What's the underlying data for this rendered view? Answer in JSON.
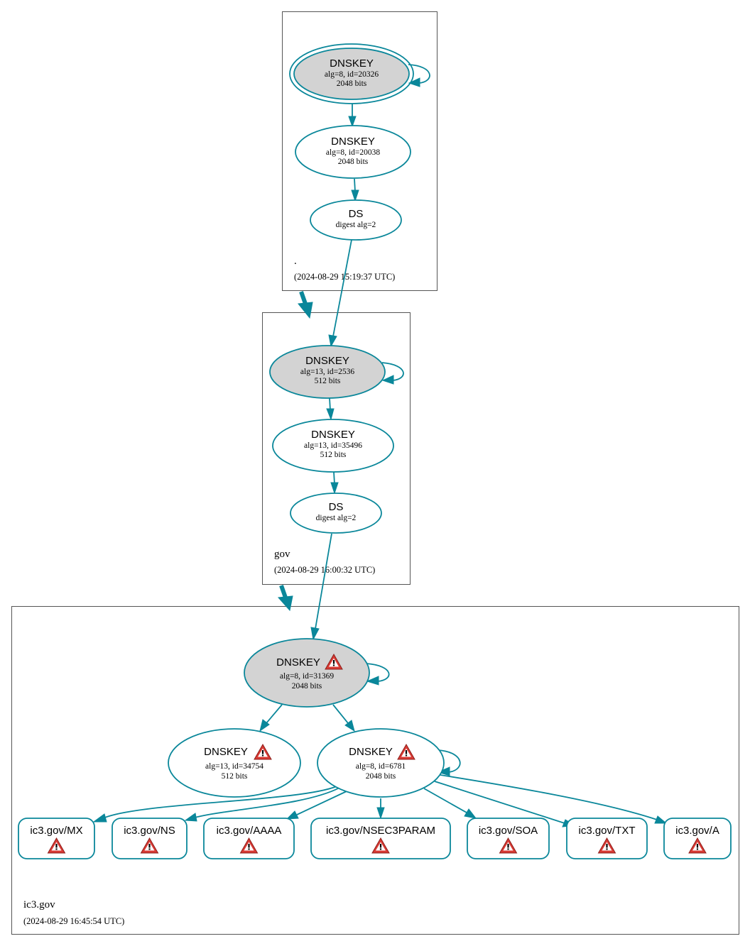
{
  "zones": [
    {
      "name": ".",
      "time": "(2024-08-29 15:19:37 UTC)"
    },
    {
      "name": "gov",
      "time": "(2024-08-29 16:00:32 UTC)"
    },
    {
      "name": "ic3.gov",
      "time": "(2024-08-29 16:45:54 UTC)"
    }
  ],
  "nodes": {
    "root_ksk": {
      "title": "DNSKEY",
      "line1": "alg=8, id=20326",
      "line2": "2048 bits"
    },
    "root_zsk": {
      "title": "DNSKEY",
      "line1": "alg=8, id=20038",
      "line2": "2048 bits"
    },
    "root_ds": {
      "title": "DS",
      "line1": "digest alg=2"
    },
    "gov_ksk": {
      "title": "DNSKEY",
      "line1": "alg=13, id=2536",
      "line2": "512 bits"
    },
    "gov_zsk": {
      "title": "DNSKEY",
      "line1": "alg=13, id=35496",
      "line2": "512 bits"
    },
    "gov_ds": {
      "title": "DS",
      "line1": "digest alg=2"
    },
    "ic3_ksk": {
      "title": "DNSKEY",
      "line1": "alg=8, id=31369",
      "line2": "2048 bits"
    },
    "ic3_key13": {
      "title": "DNSKEY",
      "line1": "alg=13, id=34754",
      "line2": "512 bits"
    },
    "ic3_zsk": {
      "title": "DNSKEY",
      "line1": "alg=8, id=6781",
      "line2": "2048 bits"
    }
  },
  "rrsets": [
    "ic3.gov/MX",
    "ic3.gov/NS",
    "ic3.gov/AAAA",
    "ic3.gov/NSEC3PARAM",
    "ic3.gov/SOA",
    "ic3.gov/TXT",
    "ic3.gov/A"
  ],
  "colors": {
    "edge": "#0a879a",
    "ksk_fill": "#d3d3d3",
    "warning": "#d83a34"
  },
  "icons": {
    "warning": "warning-triangle-icon"
  }
}
